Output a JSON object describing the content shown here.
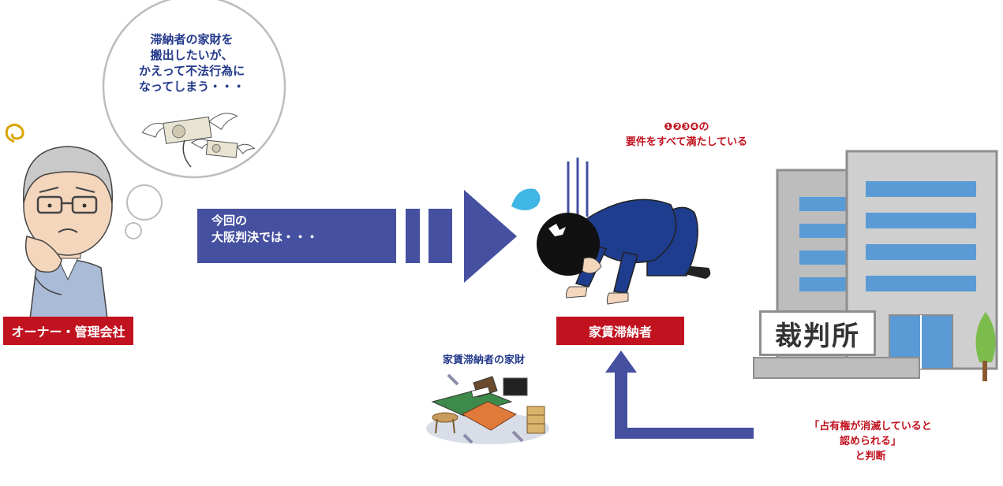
{
  "thought_bubble": {
    "lines": [
      "滞納者の家財を",
      "搬出したいが、",
      "かえって不法行為に",
      "なってしまう・・・"
    ]
  },
  "owner": {
    "label": "オーナー・管理会社"
  },
  "arrow": {
    "lines": [
      "今回の",
      "大阪判決では・・・"
    ]
  },
  "requirements": {
    "lines": [
      "❶❷❸❹の",
      "要件をすべて満たしている"
    ]
  },
  "debtor": {
    "label": "家賃滞納者"
  },
  "belongings": {
    "label": "家賃滞納者の家財"
  },
  "court": {
    "label": "裁判所"
  },
  "judgment": {
    "lines": [
      "「占有権が消滅していると",
      "認められる」",
      "と判断"
    ]
  },
  "colors": {
    "navy": "#4550a0",
    "text_navy": "#243a8c",
    "red": "#c1121f",
    "building_blue": "#5b9bd5",
    "building_gray": "#9e9e9e",
    "tree_green": "#7cbc4c"
  },
  "icons": [
    "worried-elderly-man-icon",
    "flying-money-icon",
    "kneeling-person-icon",
    "sweat-drop-icon",
    "furniture-pile-icon",
    "court-building-icon",
    "tree-icon"
  ]
}
